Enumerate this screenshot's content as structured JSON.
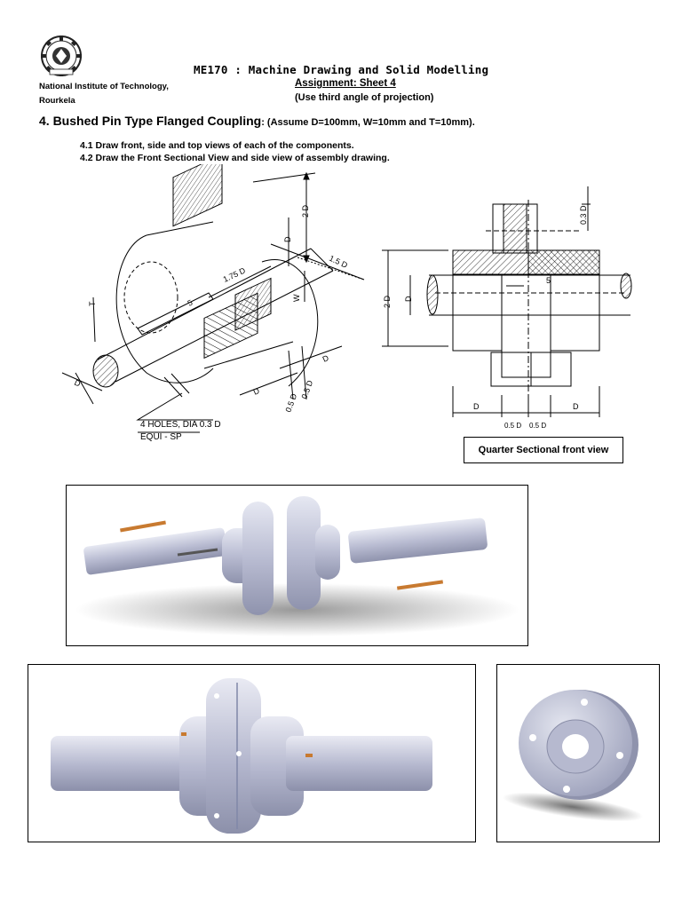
{
  "header": {
    "course_title": "ME170 :  Machine Drawing and Solid Modelling",
    "assignment": "Assignment: Sheet 4",
    "projection_note": "(Use third angle of projection)",
    "institute_line1": "National Institute of Technology,",
    "institute_line2": "Rourkela",
    "logo_icon": "institute-seal-gear-icon"
  },
  "problem": {
    "title": "4. Bushed Pin Type Flanged Coupling",
    "assumption": ": (Assume D=100mm, W=10mm and T=10mm).",
    "tasks": [
      "4.1 Draw front, side and top views of each of the components.",
      "4.2 Draw the Front Sectional View and side view of assembly drawing."
    ]
  },
  "isometric_labels": {
    "two_d": "2 D",
    "d_top": "D",
    "one_five_d": "1.5 D",
    "one_seven_five_d": "1.75 D",
    "w": "W",
    "t": "T",
    "five": "5",
    "d_left": "D",
    "d_right": "D",
    "d_bottom": "D",
    "half_d_1": "0.5 D",
    "half_d_2": "0.5 D",
    "holes_note": "4 HOLES, DIA 0.3 D",
    "equi_sp": "EQUI - SP"
  },
  "sectional_labels": {
    "zero_three_d": "0.3 D",
    "two_d": "2 D",
    "d_bore": "D",
    "five": "5",
    "bottom_d_left": "D",
    "bottom_half_left": "0.5 D",
    "bottom_half_right": "0.5 D",
    "bottom_d_right": "D",
    "caption": "Quarter Sectional front view"
  },
  "renders": {
    "exploded_icon": "exploded-coupling-render",
    "assembled_icon": "assembled-coupling-render",
    "flange_icon": "flange-render"
  }
}
